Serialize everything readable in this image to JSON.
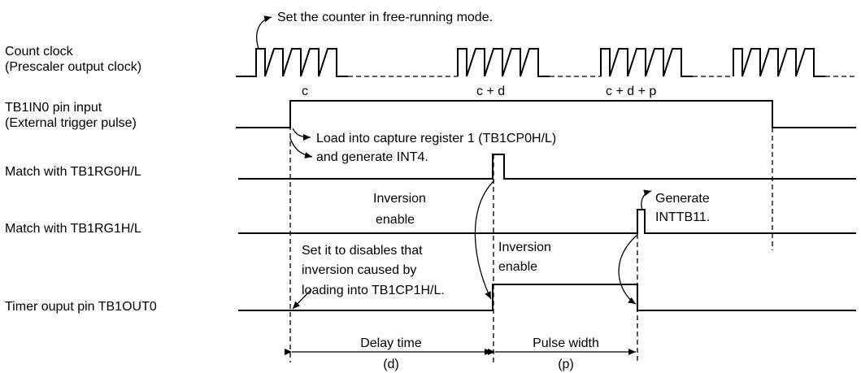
{
  "signals": {
    "count_clock_l1": "Count clock",
    "count_clock_l2": "(Prescaler output clock)",
    "tb1in0_l1": "TB1IN0 pin input",
    "tb1in0_l2": "(External trigger pulse)",
    "match_rg0": "Match with TB1RG0H/L",
    "match_rg1": "Match with TB1RG1H/L",
    "timer_out": "Timer ouput pin TB1OUT0"
  },
  "clock_marks": {
    "c": "c",
    "cd": "c + d",
    "cdp": "c + d + p"
  },
  "annotations": {
    "free_running": "Set the counter in free-running mode.",
    "load_capture": "Load into capture register 1 (TB1CP0H/L)",
    "gen_int4": "and generate INT4.",
    "inv_enable_1_l1": "Inversion",
    "inv_enable_1_l2": "enable",
    "inv_enable_2_l1": "Inversion",
    "inv_enable_2_l2": "enable",
    "gen_inttb11_l1": "Generate",
    "gen_inttb11_l2": "INTTB11.",
    "disable_l1": "Set it to disables that",
    "disable_l2": "inversion caused by",
    "disable_l3": "loading into TB1CP1H/L."
  },
  "measurements": {
    "delay_label": "Delay time",
    "delay_symbol": "(d)",
    "pulse_label": "Pulse width",
    "pulse_symbol": "(p)"
  }
}
